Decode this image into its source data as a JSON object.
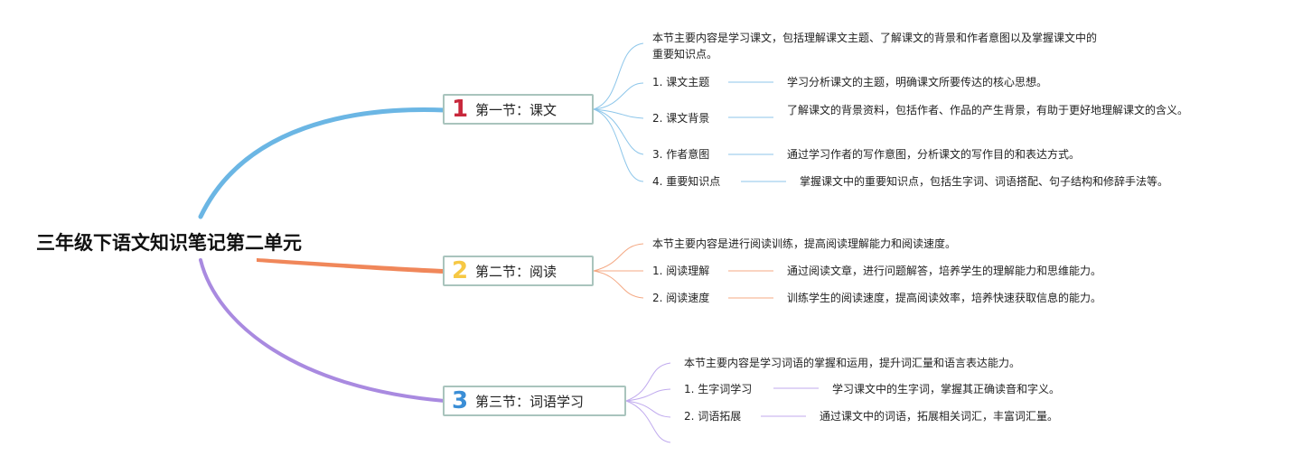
{
  "root": {
    "title": "三年级下语文知识笔记第二单元"
  },
  "colors": {
    "section1": "#6bb6e4",
    "section2": "#f0875a",
    "section3": "#a98ae0",
    "num1": "#c8283c",
    "num2": "#f6c844",
    "num3": "#3a8ed6",
    "box_border": "#a9c4bd"
  },
  "sections": [
    {
      "number": "1",
      "title": "第一节：课文",
      "summary": "本节主要内容是学习课文，包括理解课文主题、了解课文的背景和作者意图以及掌握课文中的重要知识点。",
      "items": [
        {
          "label": "1. 课文主题",
          "detail": "学习分析课文的主题，明确课文所要传达的核心思想。"
        },
        {
          "label": "2. 课文背景",
          "detail": "了解课文的背景资料，包括作者、作品的产生背景，有助于更好地理解课文的含义。"
        },
        {
          "label": "3. 作者意图",
          "detail": "通过学习作者的写作意图，分析课文的写作目的和表达方式。"
        },
        {
          "label": "4. 重要知识点",
          "detail": "掌握课文中的重要知识点，包括生字词、词语搭配、句子结构和修辞手法等。"
        }
      ]
    },
    {
      "number": "2",
      "title": "第二节：阅读",
      "summary": "本节主要内容是进行阅读训练，提高阅读理解能力和阅读速度。",
      "items": [
        {
          "label": "1. 阅读理解",
          "detail": "通过阅读文章，进行问题解答，培养学生的理解能力和思维能力。"
        },
        {
          "label": "2. 阅读速度",
          "detail": "训练学生的阅读速度，提高阅读效率，培养快速获取信息的能力。"
        }
      ]
    },
    {
      "number": "3",
      "title": "第三节：词语学习",
      "summary": "本节主要内容是学习词语的掌握和运用，提升词汇量和语言表达能力。",
      "items": [
        {
          "label": "1. 生字词学习",
          "detail": "学习课文中的生字词，掌握其正确读音和字义。"
        },
        {
          "label": "2. 词语拓展",
          "detail": "通过课文中的词语，拓展相关词汇，丰富词汇量。"
        }
      ]
    }
  ]
}
